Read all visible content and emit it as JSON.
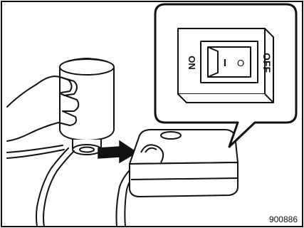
{
  "figure": {
    "code": "900886"
  },
  "switch_panel": {
    "on_label": "ON",
    "off_label": "OFF",
    "rocker_mark_on": "I",
    "rocker_mark_off": "O"
  },
  "icons": {
    "arrow": "arrow-right-icon"
  }
}
